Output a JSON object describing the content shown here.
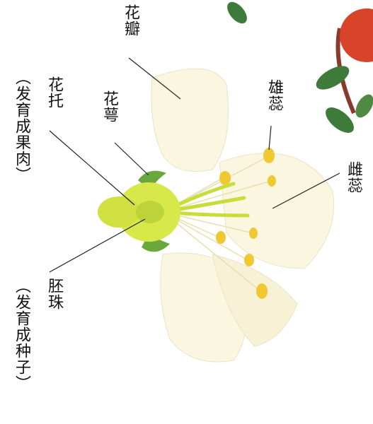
{
  "labels": {
    "petal": "花瓣",
    "stamen": "雄蕊",
    "pistil": "雌蕊",
    "receptacle": "花托",
    "receptacle_note": "（发育成果肉）",
    "sepal": "花萼",
    "ovule": "胚珠",
    "ovule_note": "（发育成种子）"
  },
  "colors": {
    "petal": "#fbf6df",
    "petal_shadow": "#e9e3c8",
    "receptacle": "#d7e84a",
    "sepal": "#6aa83e",
    "stamen": "#f0c832",
    "apple": "#d8442a",
    "leaf": "#3e7a3a",
    "line": "#222222"
  }
}
